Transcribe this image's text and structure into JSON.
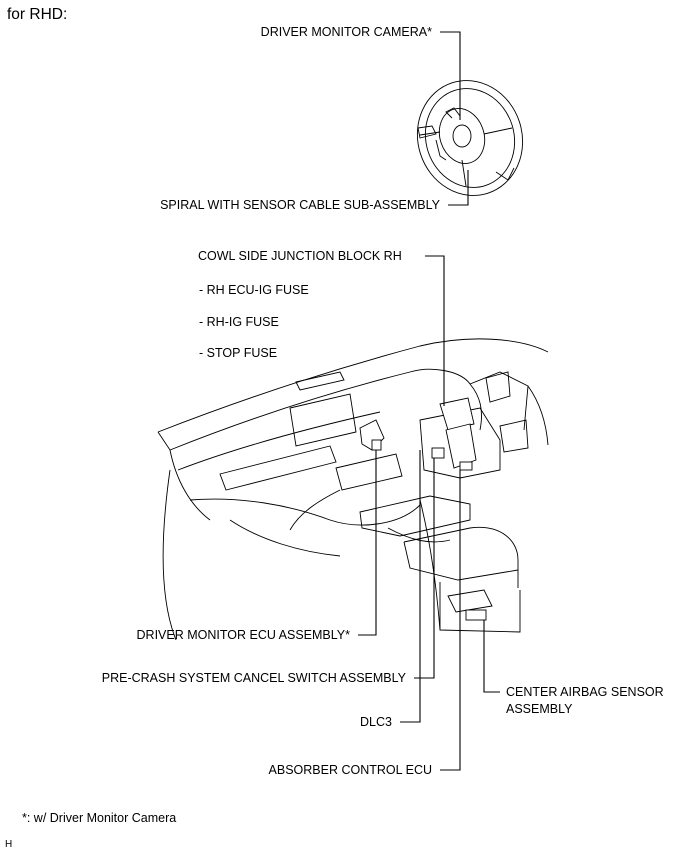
{
  "header": {
    "title": "for RHD:"
  },
  "labels": {
    "driver_monitor_camera": "DRIVER MONITOR CAMERA*",
    "spiral_cable": "SPIRAL WITH SENSOR CABLE SUB-ASSEMBLY",
    "cowl_junction": "COWL SIDE JUNCTION BLOCK RH",
    "fuse_ecu_ig": "- RH ECU-IG FUSE",
    "fuse_rh_ig": "- RH-IG FUSE",
    "fuse_stop": "- STOP FUSE",
    "driver_monitor_ecu": "DRIVER MONITOR ECU ASSEMBLY*",
    "pre_crash_switch": "PRE-CRASH SYSTEM CANCEL SWITCH ASSEMBLY",
    "center_airbag_line1": "CENTER AIRBAG SENSOR",
    "center_airbag_line2": "ASSEMBLY",
    "dlc3": "DLC3",
    "absorber_ecu": "ABSORBER CONTROL ECU"
  },
  "footnote": "*: w/ Driver Monitor Camera",
  "corner_mark": "H"
}
